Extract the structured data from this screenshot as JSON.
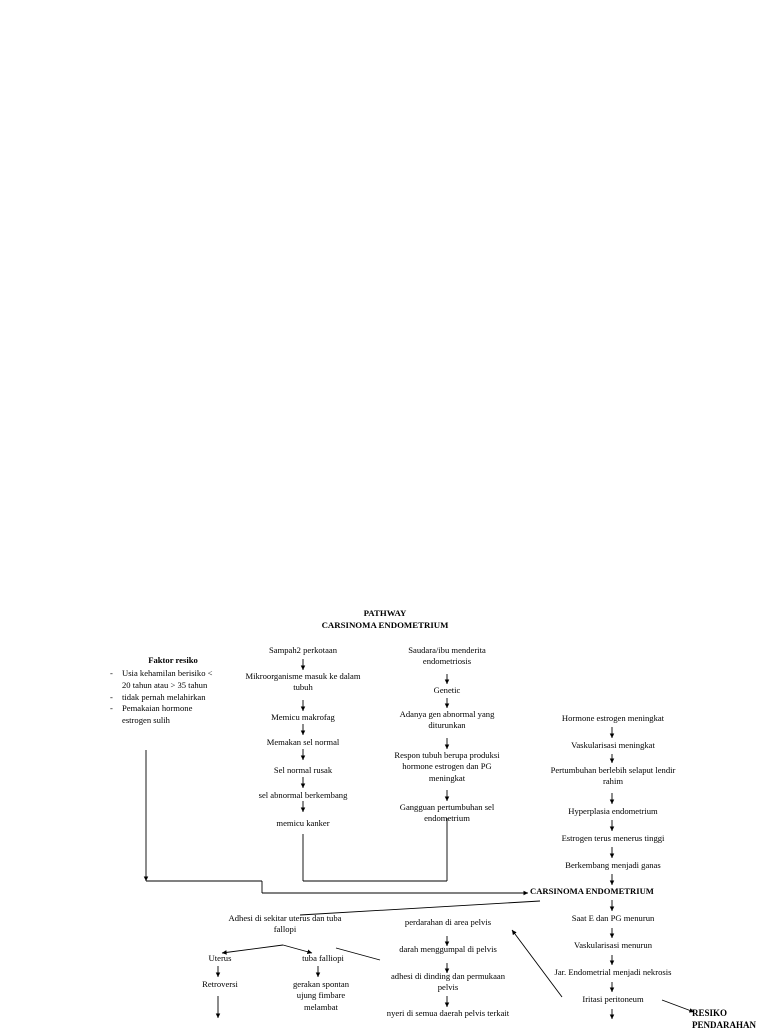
{
  "page": {
    "title_lines": "PATHWAY\nCARSINOMA ENDOMETRIUM"
  },
  "risk_box": {
    "heading": "Faktor resiko",
    "items": [
      "Usia kehamilan berisiko <\n20 tahun atau > 35 tahun",
      "tidak pernah melahirkan",
      "Pemakaian hormone\nestrogen sulih"
    ]
  },
  "columns": {
    "col1": [
      {
        "id": "sampah",
        "text": "Sampah2 perkotaan"
      },
      {
        "id": "mikroorganisme",
        "text": "Mikroorganisme masuk ke dalam\ntubuh"
      },
      {
        "id": "memicu-makrofag",
        "text": "Memicu makrofag"
      },
      {
        "id": "memakan-sel-normal",
        "text": "Memakan sel normal"
      },
      {
        "id": "sel-normal-rusak",
        "text": "Sel normal rusak"
      },
      {
        "id": "sel-abnormal",
        "text": "sel abnormal berkembang"
      },
      {
        "id": "memicu-kanker",
        "text": "memicu kanker"
      }
    ],
    "col2": [
      {
        "id": "saudara-ibu",
        "text": "Saudara/ibu menderita\nendometriosis"
      },
      {
        "id": "genetic",
        "text": "Genetic"
      },
      {
        "id": "gen-abnormal",
        "text": "Adanya gen abnormal yang\nditurunkan"
      },
      {
        "id": "respon-tubuh",
        "text": "Respon tubuh berupa produksi\nhormone estrogen dan PG\nmeningkat"
      },
      {
        "id": "gangguan-pertumbuhan",
        "text": "Gangguan pertumbuhan sel\nendometrium"
      }
    ],
    "col3": [
      {
        "id": "hormone-estrogen",
        "text": "Hormone estrogen meningkat"
      },
      {
        "id": "vaskularisasi-meningkat",
        "text": "Vaskularisasi meningkat"
      },
      {
        "id": "pertumbuhan-berlebih",
        "text": "Pertumbuhan berlebih selaput lendir\nrahim"
      },
      {
        "id": "hyperplasia",
        "text": "Hyperplasia endometrium"
      },
      {
        "id": "estrogen-terus",
        "text": "Estrogen terus menerus tinggi"
      },
      {
        "id": "berkembang-ganas",
        "text": "Berkembang menjadi ganas"
      }
    ]
  },
  "main_node": {
    "label": "CARSINOMA ENDOMETRIUM"
  },
  "lower": {
    "left": [
      {
        "id": "adhesi-uterus",
        "text": "Adhesi di sekitar uterus dan tuba\nfallopi"
      },
      {
        "id": "uterus",
        "text": "Uterus"
      },
      {
        "id": "tuba-falliopi",
        "text": "tuba falliopi"
      },
      {
        "id": "retroversi",
        "text": "Retroversi"
      },
      {
        "id": "gerakan-spontan",
        "text": "gerakan spontan\nujung fimbare\nmelambat"
      }
    ],
    "middle": [
      {
        "id": "perdarahan-pelvis",
        "text": "perdarahan di area pelvis"
      },
      {
        "id": "darah-menggumpal",
        "text": "darah menggumpal di pelvis"
      },
      {
        "id": "adhesi-dinding",
        "text": "adhesi di dinding dan permukaan\npelvis"
      },
      {
        "id": "nyeri-pelvis",
        "text": "nyeri di semua daerah pelvis terkait"
      }
    ],
    "right": [
      {
        "id": "saat-e-pg-menurun",
        "text": "Saat E dan PG menurun"
      },
      {
        "id": "vaskularisasi-menurun",
        "text": "Vaskularisasi menurun"
      },
      {
        "id": "jar-endometrial",
        "text": "Jar. Endometrial menjadi nekrosis"
      },
      {
        "id": "iritasi-peritoneum",
        "text": "Iritasi peritoneum"
      }
    ],
    "badge": {
      "id": "resiko-pendarahan",
      "text": "RESIKO\nPENDARAHAN"
    }
  }
}
